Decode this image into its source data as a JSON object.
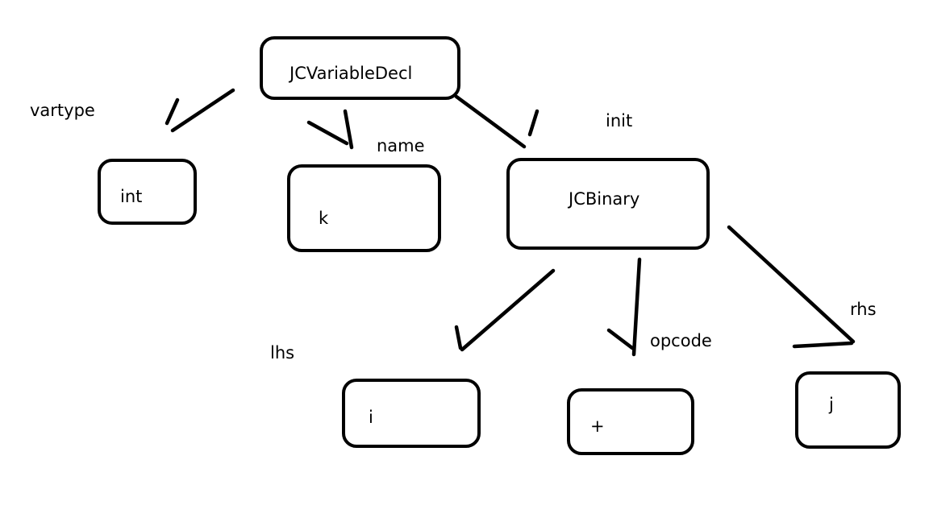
{
  "diagram": {
    "nodes": {
      "root": "JCVariableDecl",
      "vartype_value": "int",
      "name_value": "k",
      "init_node": "JCBinary",
      "lhs_value": "i",
      "opcode_value": "+",
      "rhs_value": "j"
    },
    "edge_labels": {
      "vartype": "vartype",
      "name": "name",
      "init": "init",
      "lhs": "lhs",
      "opcode": "opcode",
      "rhs": "rhs"
    },
    "colors": {
      "ink": "#000000",
      "background": "#ffffff"
    }
  }
}
